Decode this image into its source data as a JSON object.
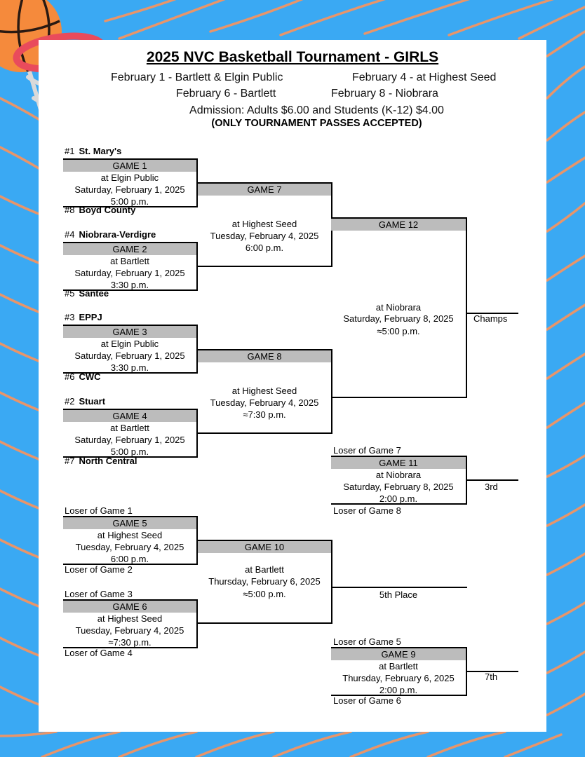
{
  "title": "2025 NVC Basketball Tournament - GIRLS",
  "dates": {
    "line1_left": "February 1 - Bartlett & Elgin Public",
    "line1_right": "February 4 - at Highest Seed",
    "line2_left": "February 6 - Bartlett",
    "line2_right": "February 8 - Niobrara"
  },
  "admission": "Admission:  Adults $6.00 and Students (K-12) $4.00",
  "passes": "(ONLY TOURNAMENT PASSES ACCEPTED)",
  "teams": {
    "t1": {
      "seed": "#1",
      "name": "St. Mary's"
    },
    "t8": {
      "seed": "#8",
      "name": "Boyd County"
    },
    "t4": {
      "seed": "#4",
      "name": "Niobrara-Verdigre"
    },
    "t5": {
      "seed": "#5",
      "name": "Santee"
    },
    "t3": {
      "seed": "#3",
      "name": "EPPJ"
    },
    "t6": {
      "seed": "#6",
      "name": "CWC"
    },
    "t2": {
      "seed": "#2",
      "name": "Stuart"
    },
    "t7": {
      "seed": "#7",
      "name": "North Central"
    }
  },
  "games": {
    "g1": {
      "label": "GAME 1",
      "venue": "at Elgin Public",
      "date": "Saturday, February 1, 2025",
      "time": "5:00 p.m."
    },
    "g2": {
      "label": "GAME 2",
      "venue": "at Bartlett",
      "date": "Saturday, February 1, 2025",
      "time": "3:30 p.m."
    },
    "g3": {
      "label": "GAME 3",
      "venue": "at Elgin Public",
      "date": "Saturday, February 1, 2025",
      "time": "3:30 p.m."
    },
    "g4": {
      "label": "GAME 4",
      "venue": "at Bartlett",
      "date": "Saturday, February 1, 2025",
      "time": "5:00 p.m."
    },
    "g5": {
      "label": "GAME 5",
      "venue": "at Highest Seed",
      "date": "Tuesday, February 4, 2025",
      "time": "6:00 p.m."
    },
    "g6": {
      "label": "GAME 6",
      "venue": "at Highest Seed",
      "date": "Tuesday, February 4, 2025",
      "time": "≈7:30 p.m."
    },
    "g7": {
      "label": "GAME 7",
      "venue": "at Highest Seed",
      "date": "Tuesday, February 4, 2025",
      "time": "6:00 p.m."
    },
    "g8": {
      "label": "GAME 8",
      "venue": "at Highest Seed",
      "date": "Tuesday, February 4, 2025",
      "time": "≈7:30 p.m."
    },
    "g9": {
      "label": "GAME 9",
      "venue": "at Bartlett",
      "date": "Thursday, February 6, 2025",
      "time": "2:00 p.m."
    },
    "g10": {
      "label": "GAME 10",
      "venue": "at Bartlett",
      "date": "Thursday, February 6, 2025",
      "time": "≈5:00 p.m."
    },
    "g11": {
      "label": "GAME 11",
      "venue": "at Niobrara",
      "date": "Saturday, February 8, 2025",
      "time": "2:00 p.m."
    },
    "g12": {
      "label": "GAME 12",
      "venue": "at Niobrara",
      "date": "Saturday, February 8, 2025",
      "time": "≈5:00 p.m."
    }
  },
  "losers": {
    "l1": "Loser of Game 1",
    "l2": "Loser of Game 2",
    "l3": "Loser of Game 3",
    "l4": "Loser of Game 4",
    "l5": "Loser of Game 5",
    "l6": "Loser of Game 6",
    "l7": "Loser of Game 7",
    "l8": "Loser of Game 8"
  },
  "results": {
    "champs": "Champs",
    "third": "3rd",
    "fifth": "5th Place",
    "seventh": "7th"
  },
  "colors": {
    "background": "#3aa9f3",
    "stripes": "#e8956a",
    "paper": "#ffffff",
    "game_bar": "#bcbcbc",
    "ball": "#f58a3c",
    "rim": "#e94b5c"
  },
  "icons": {
    "ball": "basketball-icon",
    "hoop": "basketball-hoop-icon"
  }
}
